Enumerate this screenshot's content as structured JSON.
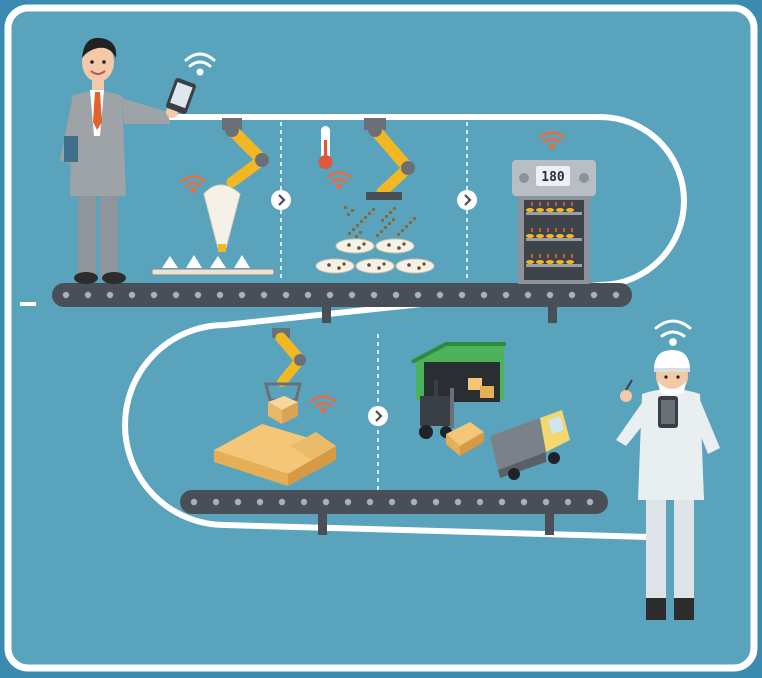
{
  "scene": {
    "title": "",
    "oven_display": "180",
    "colors": {
      "background": "#5aa3bd",
      "frame": "#ffffff",
      "conveyor_belt": "#4a4f57",
      "conveyor_rollers": "#a9b0b8",
      "robot_arm": "#f2b824",
      "wifi_signal": "#ef6a3a",
      "cardboard": "#f4c778",
      "warehouse": "#4bb35a",
      "truck_cab": "#f4d86e",
      "worker_suit": "#e9eef1",
      "manager_suit": "#9ea3a8",
      "manager_tie": "#e2622b"
    },
    "icons": [
      "manager-figure",
      "smartphone-icon",
      "wifi-icon",
      "robot-arm-icon",
      "piping-bag-icon",
      "thermometer-icon",
      "cookie-icon",
      "oven-icon",
      "next-step-icon",
      "cardboard-box-icon",
      "forklift-icon",
      "warehouse-icon",
      "delivery-truck-icon",
      "worker-figure",
      "tablet-icon",
      "conveyor-belt"
    ]
  }
}
